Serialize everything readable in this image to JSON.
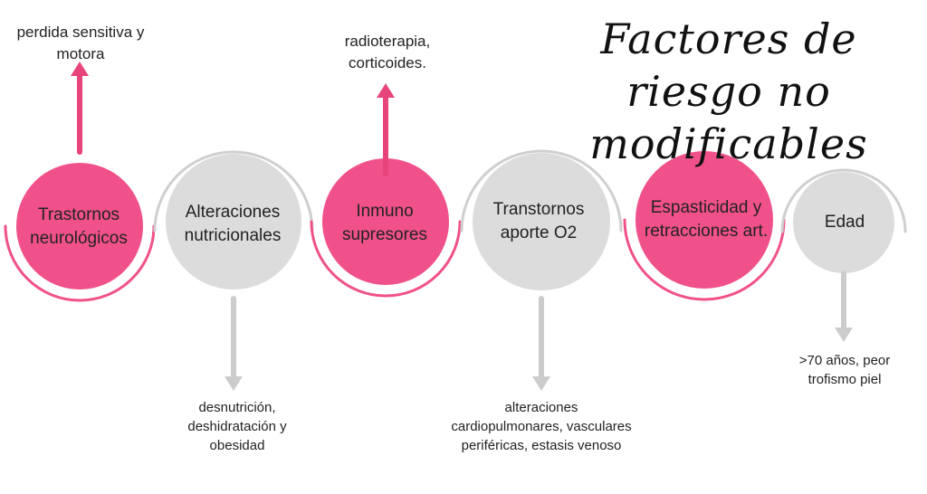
{
  "title": {
    "line1": "Factores de riesgo no",
    "line2": "modificables"
  },
  "colors": {
    "pink": "#f0518a",
    "gray": "#dcdcdc",
    "arc_gray": "#cfcfcf",
    "arrow_gray": "#cccccc",
    "arrow_pink": "#e8447c"
  },
  "nodes": [
    {
      "label": "Trastornos neurológicos",
      "color": "pink",
      "note": "perdida sensitiva y motora",
      "note_position": "above"
    },
    {
      "label": "Alteraciones nutricionales",
      "color": "gray",
      "note": "desnutrición, deshidratación y obesidad",
      "note_position": "below"
    },
    {
      "label": "Inmuno supresores",
      "color": "pink",
      "note": "radioterapia, corticoides.",
      "note_position": "above"
    },
    {
      "label": "Transtornos aporte O2",
      "color": "gray",
      "note": "alteraciones cardiopulmonares, vasculares periféricas, estasis venoso",
      "note_position": "below"
    },
    {
      "label": "Espasticidad y retracciones art.",
      "color": "pink",
      "note": "",
      "note_position": "none"
    },
    {
      "label": "Edad",
      "color": "gray",
      "note": ">70 años, peor trofismo piel",
      "note_position": "below"
    }
  ]
}
